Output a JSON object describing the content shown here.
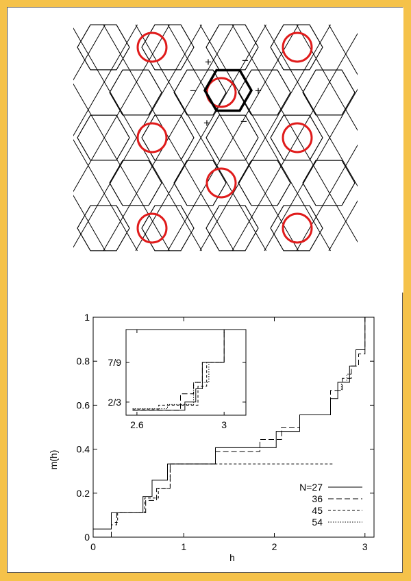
{
  "colors": {
    "frame": "#f5c24a",
    "circle": "#e01b1b",
    "line": "#000000"
  },
  "lattice": {
    "signs": [
      "+",
      "−",
      "−",
      "+",
      "+",
      "−"
    ]
  },
  "chart_data": {
    "type": "line",
    "xlabel": "h",
    "ylabel": "m(h)",
    "xlim": [
      0,
      3.1
    ],
    "ylim": [
      0,
      1
    ],
    "x_ticks": [
      {
        "v": 0,
        "label": "0"
      },
      {
        "v": 1,
        "label": "1"
      },
      {
        "v": 2,
        "label": "2"
      },
      {
        "v": 3,
        "label": "3"
      }
    ],
    "y_ticks": [
      {
        "v": 0,
        "label": "0"
      },
      {
        "v": 0.2,
        "label": "0.2"
      },
      {
        "v": 0.4,
        "label": "0.4"
      },
      {
        "v": 0.6,
        "label": "0.6"
      },
      {
        "v": 0.8,
        "label": "0.8"
      },
      {
        "v": 1,
        "label": "1"
      }
    ],
    "legend_position": "bottom-right",
    "series": [
      {
        "name": "N=27",
        "dash": "solid",
        "points": [
          [
            0,
            0.037
          ],
          [
            0.2,
            0.037
          ],
          [
            0.2,
            0.111
          ],
          [
            0.55,
            0.111
          ],
          [
            0.55,
            0.185
          ],
          [
            0.65,
            0.185
          ],
          [
            0.65,
            0.259
          ],
          [
            0.82,
            0.259
          ],
          [
            0.82,
            0.333
          ],
          [
            1.35,
            0.333
          ],
          [
            1.35,
            0.407
          ],
          [
            2.02,
            0.407
          ],
          [
            2.02,
            0.481
          ],
          [
            2.28,
            0.481
          ],
          [
            2.28,
            0.556
          ],
          [
            2.62,
            0.556
          ],
          [
            2.62,
            0.63
          ],
          [
            2.7,
            0.63
          ],
          [
            2.7,
            0.704
          ],
          [
            2.83,
            0.704
          ],
          [
            2.83,
            0.778
          ],
          [
            2.9,
            0.778
          ],
          [
            2.9,
            0.852
          ],
          [
            3.0,
            0.852
          ],
          [
            3.0,
            1.0
          ],
          [
            3.1,
            1.0
          ]
        ]
      },
      {
        "name": "36",
        "dash": "long-dash",
        "points": [
          [
            0.2,
            0
          ],
          [
            0.2,
            0.056
          ],
          [
            0.26,
            0.056
          ],
          [
            0.26,
            0.111
          ],
          [
            0.58,
            0.111
          ],
          [
            0.58,
            0.167
          ],
          [
            0.7,
            0.167
          ],
          [
            0.7,
            0.222
          ],
          [
            0.85,
            0.222
          ],
          [
            0.85,
            0.333
          ],
          [
            1.35,
            0.333
          ],
          [
            1.35,
            0.389
          ],
          [
            1.84,
            0.389
          ],
          [
            1.84,
            0.444
          ],
          [
            2.08,
            0.444
          ],
          [
            2.08,
            0.5
          ],
          [
            2.28,
            0.5
          ],
          [
            2.28,
            0.556
          ],
          [
            2.62,
            0.556
          ],
          [
            2.62,
            0.667
          ],
          [
            2.75,
            0.667
          ],
          [
            2.75,
            0.722
          ],
          [
            2.85,
            0.722
          ],
          [
            2.85,
            0.778
          ],
          [
            2.93,
            0.778
          ],
          [
            2.93,
            0.833
          ],
          [
            3.0,
            0.833
          ],
          [
            3.0,
            1.0
          ],
          [
            3.1,
            1.0
          ]
        ]
      },
      {
        "name": "45",
        "dash": "short-dash",
        "points": [
          [
            0.24,
            0.067
          ],
          [
            0.27,
            0.067
          ],
          [
            0.27,
            0.111
          ],
          [
            0.57,
            0.111
          ],
          [
            0.57,
            0.178
          ],
          [
            0.72,
            0.178
          ],
          [
            0.72,
            0.222
          ],
          [
            0.85,
            0.222
          ],
          [
            0.85,
            0.333
          ],
          [
            2.66,
            0.333
          ]
        ]
      },
      {
        "name": "54",
        "dash": "dotted",
        "points": [
          [
            2.67,
            0.667
          ],
          [
            2.74,
            0.667
          ],
          [
            2.74,
            0.704
          ],
          [
            2.8,
            0.704
          ],
          [
            2.8,
            0.741
          ],
          [
            2.86,
            0.741
          ]
        ]
      }
    ],
    "inset": {
      "xlim": [
        2.55,
        3.1
      ],
      "ylim": [
        0.63,
        0.87
      ],
      "x_ticks": [
        {
          "v": 2.6,
          "label": "2.6"
        },
        {
          "v": 3.0,
          "label": "3"
        }
      ],
      "y_ticks": [
        {
          "v": 0.6667,
          "label": "2/3"
        },
        {
          "v": 0.7778,
          "label": "7/9"
        }
      ],
      "series": [
        {
          "name": "N=27",
          "dash": "solid",
          "points": [
            [
              2.58,
              0.644
            ],
            [
              2.82,
              0.644
            ],
            [
              2.82,
              0.667
            ],
            [
              2.87,
              0.667
            ],
            [
              2.87,
              0.704
            ],
            [
              2.9,
              0.704
            ],
            [
              2.9,
              0.778
            ],
            [
              3.0,
              0.778
            ],
            [
              3.0,
              0.87
            ]
          ]
        },
        {
          "name": "36",
          "dash": "long-dash",
          "points": [
            [
              2.58,
              0.644
            ],
            [
              2.8,
              0.644
            ],
            [
              2.8,
              0.69
            ],
            [
              2.86,
              0.69
            ],
            [
              2.86,
              0.722
            ],
            [
              2.9,
              0.722
            ],
            [
              2.9,
              0.778
            ],
            [
              3.0,
              0.778
            ],
            [
              3.0,
              0.87
            ]
          ]
        },
        {
          "name": "45",
          "dash": "short-dash",
          "points": [
            [
              2.58,
              0.647
            ],
            [
              2.7,
              0.647
            ],
            [
              2.7,
              0.658
            ],
            [
              2.88,
              0.658
            ],
            [
              2.88,
              0.711
            ],
            [
              2.92,
              0.711
            ],
            [
              2.92,
              0.778
            ],
            [
              3.0,
              0.778
            ]
          ]
        },
        {
          "name": "54",
          "dash": "dotted",
          "points": [
            [
              2.58,
              0.648
            ],
            [
              2.74,
              0.648
            ],
            [
              2.74,
              0.66
            ],
            [
              2.86,
              0.66
            ],
            [
              2.86,
              0.722
            ],
            [
              2.93,
              0.722
            ],
            [
              2.93,
              0.778
            ],
            [
              3.0,
              0.778
            ]
          ]
        }
      ]
    }
  }
}
